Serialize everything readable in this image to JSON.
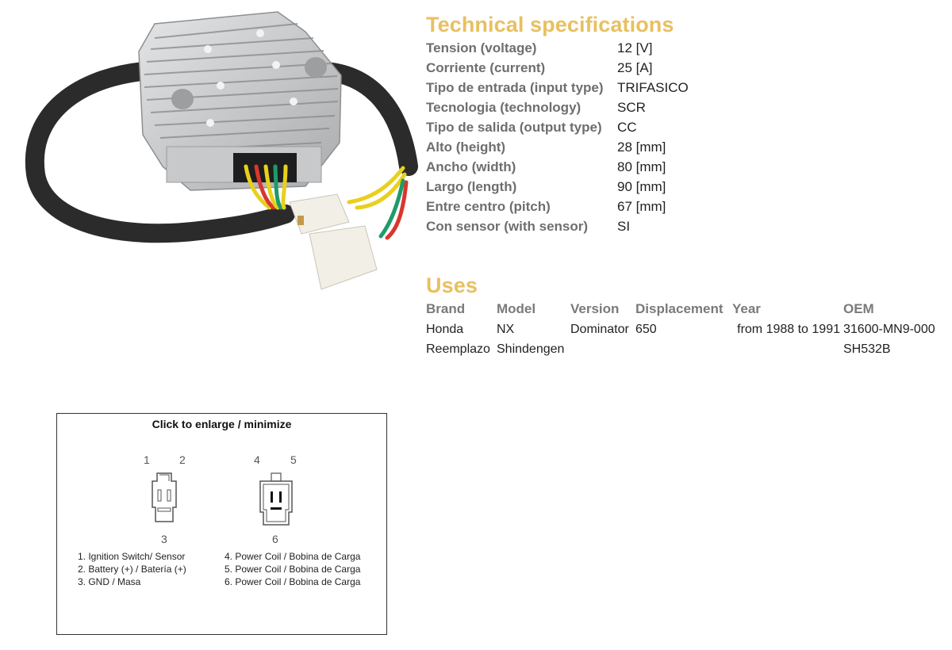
{
  "specs": {
    "title": "Technical specifications",
    "rows": [
      {
        "label": "Tension (voltage)",
        "value": "12 [V]"
      },
      {
        "label": "Corriente (current)",
        "value": "25 [A]"
      },
      {
        "label": "Tipo de entrada (input type)",
        "value": "TRIFASICO"
      },
      {
        "label": "Tecnologia (technology)",
        "value": "SCR"
      },
      {
        "label": "Tipo de salida (output type)",
        "value": "CC"
      },
      {
        "label": "Alto (height)",
        "value": "28 [mm]"
      },
      {
        "label": "Ancho (width)",
        "value": "80 [mm]"
      },
      {
        "label": "Largo (length)",
        "value": "90 [mm]"
      },
      {
        "label": "Entre centro (pitch)",
        "value": "67 [mm]"
      },
      {
        "label": "Con sensor (with sensor)",
        "value": "SI"
      }
    ]
  },
  "uses": {
    "title": "Uses",
    "headers": [
      "Brand",
      "Model",
      "Version",
      "Displacement",
      "Year",
      "OEM"
    ],
    "rows": [
      [
        "Honda",
        "NX",
        "Dominator",
        "650",
        "from 1988 to 1991",
        "31600-MN9-000"
      ],
      [
        "Reemplazo",
        "Shindengen",
        "",
        "",
        "",
        "SH532B"
      ]
    ]
  },
  "diagram": {
    "title": "Click to enlarge / minimize",
    "pins": {
      "p1": "1",
      "p2": "2",
      "p3": "3",
      "p4": "4",
      "p5": "5",
      "p6": "6"
    },
    "legend_left": [
      "1. Ignition Switch/ Sensor",
      "2. Battery (+) / Batería (+)",
      "3. GND / Masa"
    ],
    "legend_right": [
      "4. Power Coil / Bobina de Carga",
      "5. Power Coil / Bobina de Carga",
      "6. Power Coil / Bobina de Carga"
    ]
  },
  "product_image": {
    "alt": "regulator-rectifier",
    "wire_colors": [
      "#e8d01c",
      "#d8372e",
      "#e8d01c",
      "#1f9a6a",
      "#e8d01c"
    ],
    "heatsink_color": "#c9cbcd",
    "cable_color": "#2b2b2b",
    "connector_color": "#f1efe6"
  }
}
